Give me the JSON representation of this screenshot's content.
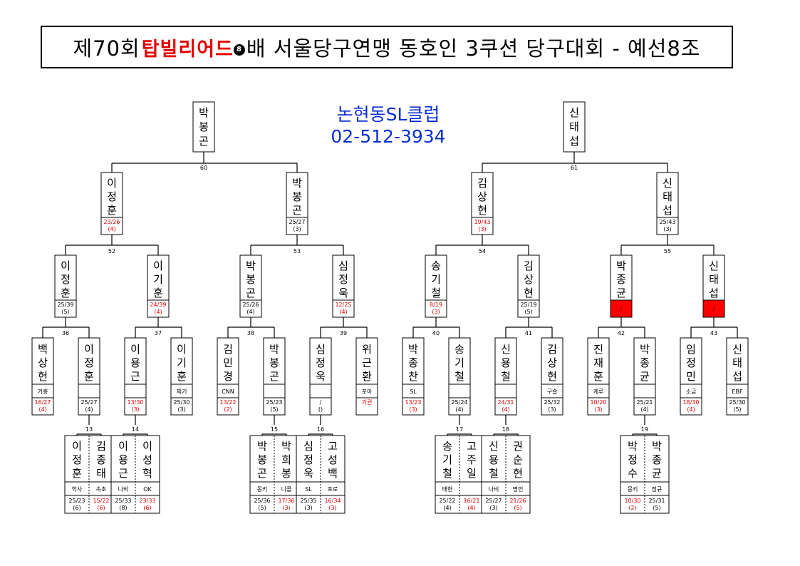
{
  "header": {
    "title_prefix": "제70회",
    "logo_text": "탑빌리어드",
    "logo_ball": "8",
    "title_suffix": "배 서울당구연맹 동호인 3쿠션 당구대회 - 예선8조"
  },
  "club": {
    "name": "논현동SL클럽",
    "phone": "02-512-3934"
  },
  "finals": [
    {
      "name": "박봉곤",
      "match": "60"
    },
    {
      "name": "신태섭",
      "match": "61"
    }
  ],
  "semis": [
    {
      "name": "이정훈",
      "score": "23/26",
      "inning": "(4)",
      "red": true,
      "match": "52"
    },
    {
      "name": "박봉곤",
      "score": "25/27",
      "inning": "(3)",
      "red": false,
      "match": "53"
    },
    {
      "name": "김상현",
      "score": "19/43",
      "inning": "(3)",
      "red": true,
      "match": "54"
    },
    {
      "name": "신태섭",
      "score": "25/43",
      "inning": "(3)",
      "red": false,
      "match": "55"
    }
  ],
  "round3": [
    {
      "name": "이정훈",
      "score": "25/39",
      "inning": "(5)",
      "red": false,
      "match": "36"
    },
    {
      "name": "이기훈",
      "score": "24/39",
      "inning": "(4)",
      "red": true,
      "match": "37"
    },
    {
      "name": "박봉곤",
      "score": "25/26",
      "inning": "(4)",
      "red": false,
      "match": "38"
    },
    {
      "name": "심정욱",
      "score": "12/25",
      "inning": "(4)",
      "red": true,
      "match": "39"
    },
    {
      "name": "송기철",
      "score": "8/19",
      "inning": "(3)",
      "red": true,
      "match": "40"
    },
    {
      "name": "김상현",
      "score": "25/19",
      "inning": "(5)",
      "red": false,
      "match": "41"
    },
    {
      "name": "박종균",
      "score": "",
      "inning": "",
      "red": false,
      "redfill": true,
      "match": "42"
    },
    {
      "name": "신태섭",
      "score": "",
      "inning": "",
      "red": false,
      "redfill": true,
      "match": "43"
    }
  ],
  "round2": [
    {
      "name": "백상헌",
      "club": "거흥",
      "score": "16/27",
      "inning": "(4)",
      "red": true
    },
    {
      "name": "이정훈",
      "club": "",
      "score": "25/27",
      "inning": "(4)",
      "red": false,
      "match": "13"
    },
    {
      "name": "이용근",
      "club": "",
      "score": "13/30",
      "inning": "(3)",
      "red": true,
      "match": "14"
    },
    {
      "name": "이기훈",
      "club": "제기",
      "score": "25/30",
      "inning": "(3)",
      "red": false
    },
    {
      "name": "김민경",
      "club": "CNN",
      "score": "13/22",
      "inning": "(2)",
      "red": true
    },
    {
      "name": "박봉곤",
      "club": "",
      "score": "25/23",
      "inning": "(5)",
      "red": false,
      "match": "15"
    },
    {
      "name": "심정욱",
      "club": "",
      "score": "/",
      "inning": "()",
      "red": false,
      "match": "16"
    },
    {
      "name": "위근환",
      "club": "포아",
      "score": "기권",
      "inning": "",
      "red": true
    },
    {
      "name": "박종찬",
      "club": "SL",
      "score": "13/23",
      "inning": "(3)",
      "red": true
    },
    {
      "name": "송기철",
      "club": "",
      "score": "25/24",
      "inning": "(4)",
      "red": false,
      "match": "17"
    },
    {
      "name": "신용철",
      "club": "",
      "score": "24/31",
      "inning": "(4)",
      "red": true,
      "match": "18"
    },
    {
      "name": "김상현",
      "club": "구슬",
      "score": "25/32",
      "inning": "(3)",
      "red": false
    },
    {
      "name": "진재훈",
      "club": "케루",
      "score": "10/20",
      "inning": "(3)",
      "red": true
    },
    {
      "name": "박종균",
      "club": "",
      "score": "25/21",
      "inning": "(4)",
      "red": false,
      "match": "19"
    },
    {
      "name": "임정민",
      "club": "소금",
      "score": "18/30",
      "inning": "(4)",
      "red": true
    },
    {
      "name": "신태섭",
      "club": "EBF",
      "score": "25/30",
      "inning": "(5)",
      "red": false
    }
  ],
  "round1": [
    {
      "players": [
        {
          "name": "이정훈",
          "club": "학사",
          "score": "25/23",
          "inning": "(6)",
          "red": false
        },
        {
          "name": "김종태",
          "club": "속초",
          "score": "15/22",
          "inning": "(6)",
          "red": true
        }
      ]
    },
    {
      "players": [
        {
          "name": "이용근",
          "club": "나비",
          "score": "25/33",
          "inning": "(8)",
          "red": false
        },
        {
          "name": "이성혁",
          "club": "OK",
          "score": "23/33",
          "inning": "(6)",
          "red": true
        }
      ]
    },
    {
      "players": [
        {
          "name": "박봉곤",
          "club": "몽키",
          "score": "25/36",
          "inning": "(5)",
          "red": false
        },
        {
          "name": "박희봉",
          "club": "니콜",
          "score": "17/36",
          "inning": "(3)",
          "red": true
        }
      ]
    },
    {
      "players": [
        {
          "name": "심정욱",
          "club": "SL",
          "score": "25/35",
          "inning": "(3)",
          "red": false
        },
        {
          "name": "고성백",
          "club": "프로",
          "score": "16/34",
          "inning": "(3)",
          "red": true
        }
      ]
    },
    {
      "players": [
        {
          "name": "송기철",
          "club": "태현",
          "score": "25/22",
          "inning": "(4)",
          "red": false
        },
        {
          "name": "고주일",
          "club": "",
          "score": "16/21",
          "inning": "(4)",
          "red": true
        }
      ]
    },
    {
      "players": [
        {
          "name": "신용철",
          "club": "나비",
          "score": "25/27",
          "inning": "(3)",
          "red": false
        },
        {
          "name": "권순현",
          "club": "명인",
          "score": "21/26",
          "inning": "(5)",
          "red": true
        }
      ]
    },
    {
      "players": [
        {
          "name": "박정수",
          "club": "몽키",
          "score": "10/30",
          "inning": "(2)",
          "red": true
        },
        {
          "name": "박종균",
          "club": "정규",
          "score": "25/31",
          "inning": "(5)",
          "red": false
        }
      ]
    }
  ],
  "colors": {
    "loss": "#e30000",
    "club": "#0a2fd6",
    "walkover": "#ff0000"
  }
}
